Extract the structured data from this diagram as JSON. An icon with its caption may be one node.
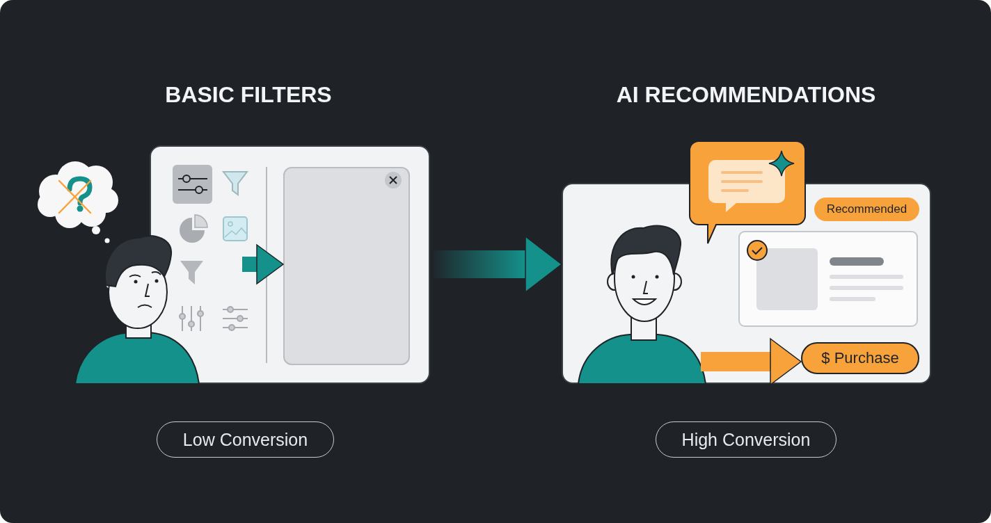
{
  "diagram": {
    "nodes": [
      {
        "text": [],
        "shape": "box"
      },
      {
        "text": [],
        "shape": "box",
        "in": 0
      },
      {
        "text": [],
        "shape": "box"
      },
      {
        "text": [
          "Recommended"
        ],
        "in": 2
      },
      {
        "text": [
          "$ Purchase"
        ],
        "in": 2
      },
      {
        "text": [
          "Low Conversion"
        ]
      },
      {
        "text": [
          "High Conversion"
        ]
      }
    ],
    "edges": [
      {
        "from": 0,
        "to": 2,
        "arrow": "to"
      },
      {
        "from": null,
        "to": 1,
        "arrow": "to"
      },
      {
        "from": null,
        "to": 4,
        "arrow": "to",
        "color": "#f7a23b"
      }
    ],
    "labels": [
      "BASIC FILTERS",
      "AI RECOMMENDATIONS"
    ]
  }
}
